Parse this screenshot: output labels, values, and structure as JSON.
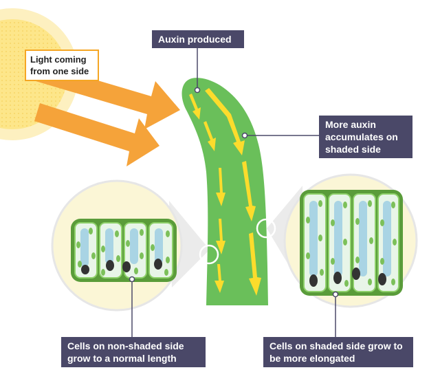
{
  "labels": {
    "light": "Light coming from one side",
    "auxin_produced": "Auxin produced",
    "more_auxin": "More auxin accumulates on shaded side",
    "non_shaded": "Cells on non-shaded side grow to a normal length",
    "shaded": "Cells on shaded side grow to be more elongated"
  },
  "colors": {
    "sun": "#fbe69a",
    "sun_core": "#fcd84a",
    "arrow_orange": "#f5a33a",
    "shoot_green": "#6abf5a",
    "auxin_yellow": "#fcdc2c",
    "cell_wall": "#5a9c3a",
    "cell_fill": "#e8f5e8",
    "vacuole": "#a9d4e4",
    "nucleus": "#333333",
    "magnifier_bg": "#fbf6d6",
    "label_bg": "#4a4868"
  }
}
